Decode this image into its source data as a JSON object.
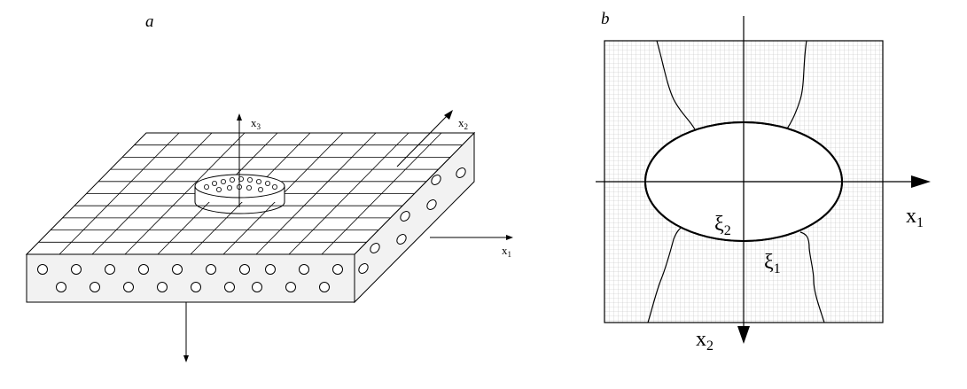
{
  "panels": {
    "a": {
      "label": "a",
      "axes": {
        "x1": "x",
        "x1_sub": "1",
        "x2": "x",
        "x2_sub": "2",
        "x3": "x",
        "x3_sub": "3"
      }
    },
    "b": {
      "label": "b",
      "axes": {
        "x1": "x",
        "x1_sub": "1",
        "x2": "x",
        "x2_sub": "2"
      },
      "xi1": "ξ",
      "xi1_sub": "1",
      "xi2": "ξ",
      "xi2_sub": "2"
    }
  },
  "colors": {
    "line": "#000000",
    "grid": "#bfbfbf",
    "plate_side": "#f2f2f2",
    "axis_gray": "#a6a6a6"
  }
}
